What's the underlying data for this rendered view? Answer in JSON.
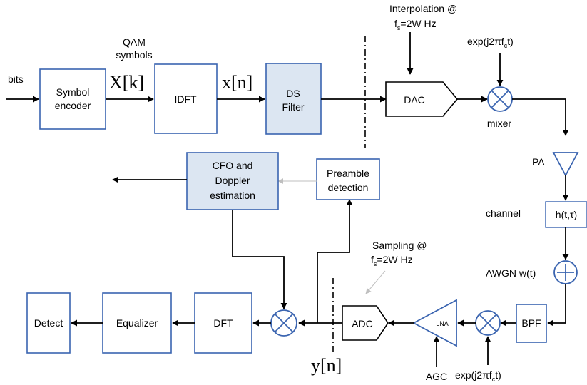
{
  "labels": {
    "bits": "bits",
    "qam_line1": "QAM",
    "qam_line2": "symbols",
    "xk": "X[k]",
    "xn": "x[n]",
    "yn": "y[n]",
    "interp_line1": "Interpolation @",
    "interp_line2_pre": "f",
    "interp_line2_sub": "s",
    "interp_line2_post": "=2W Hz",
    "exp_top_pre": "exp(j2πf",
    "exp_top_sub": "c",
    "exp_top_post": "t)",
    "exp_bottom_pre": "exp(j2πf",
    "exp_bottom_sub": "c",
    "exp_bottom_post": "t)",
    "mixer": "mixer",
    "pa": "PA",
    "channel": "channel",
    "awgn": "AWGN w(t)",
    "sampling_line1": "Sampling @",
    "sampling_line2_pre": "f",
    "sampling_line2_sub": "s",
    "sampling_line2_post": "=2W Hz",
    "agc": "AGC"
  },
  "blocks": {
    "symbol_encoder_1": "Symbol",
    "symbol_encoder_2": "encoder",
    "idft": "IDFT",
    "ds_filter_1": "DS",
    "ds_filter_2": "Filter",
    "dac": "DAC",
    "channel_h": "h(t,τ)",
    "bpf": "BPF",
    "lna": "LNA",
    "adc": "ADC",
    "dft": "DFT",
    "equalizer": "Equalizer",
    "detect": "Detect",
    "preamble_1": "Preamble",
    "preamble_2": "detection",
    "cfo_1": "CFO and",
    "cfo_2": "Doppler",
    "cfo_3": "estimation"
  },
  "colors": {
    "block_border": "#3a64b0",
    "block_shaded_fill": "#dce6f2",
    "line": "#000000"
  }
}
